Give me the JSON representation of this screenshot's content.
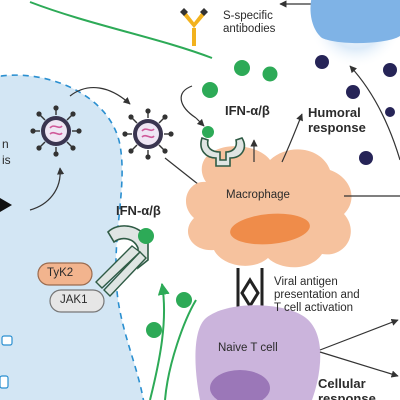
{
  "labels": {
    "antibodies_line1": "S-specific",
    "antibodies_line2": "antibodies",
    "ifn_right": "IFN-α/β",
    "humoral_line1": "Humoral",
    "humoral_line2": "response",
    "macrophage": "Macrophage",
    "ifn_left": "IFN-α/β",
    "tyk2": "TyK2",
    "jak1": "JAK1",
    "viral_line1": "Viral antigen",
    "viral_line2": "presentation and",
    "viral_line3": "T cell activation",
    "naive": "Naive T cell",
    "cellular_line1": "Cellular",
    "cellular_line2": "response",
    "cut_left_1": "n",
    "cut_left_2": "is"
  },
  "colors": {
    "cell_blue": "#d3e6f4",
    "cell_dash": "#2a8fd0",
    "macrophage": "#f6c29e",
    "macrophage_nucleus": "#ef8c4a",
    "green": "#2daa57",
    "dark_navy": "#262457",
    "naive_cell": "#cbb4dc",
    "naive_nucleus": "#9b77b8",
    "tyk2": "#f2b48e",
    "jak1": "#e6e6e6",
    "antibody": "#f2b21e",
    "b_cell": "#7fb3e6"
  },
  "icons": [
    "virus-icon",
    "antibody-icon",
    "receptor-icon",
    "synapse-icon"
  ]
}
